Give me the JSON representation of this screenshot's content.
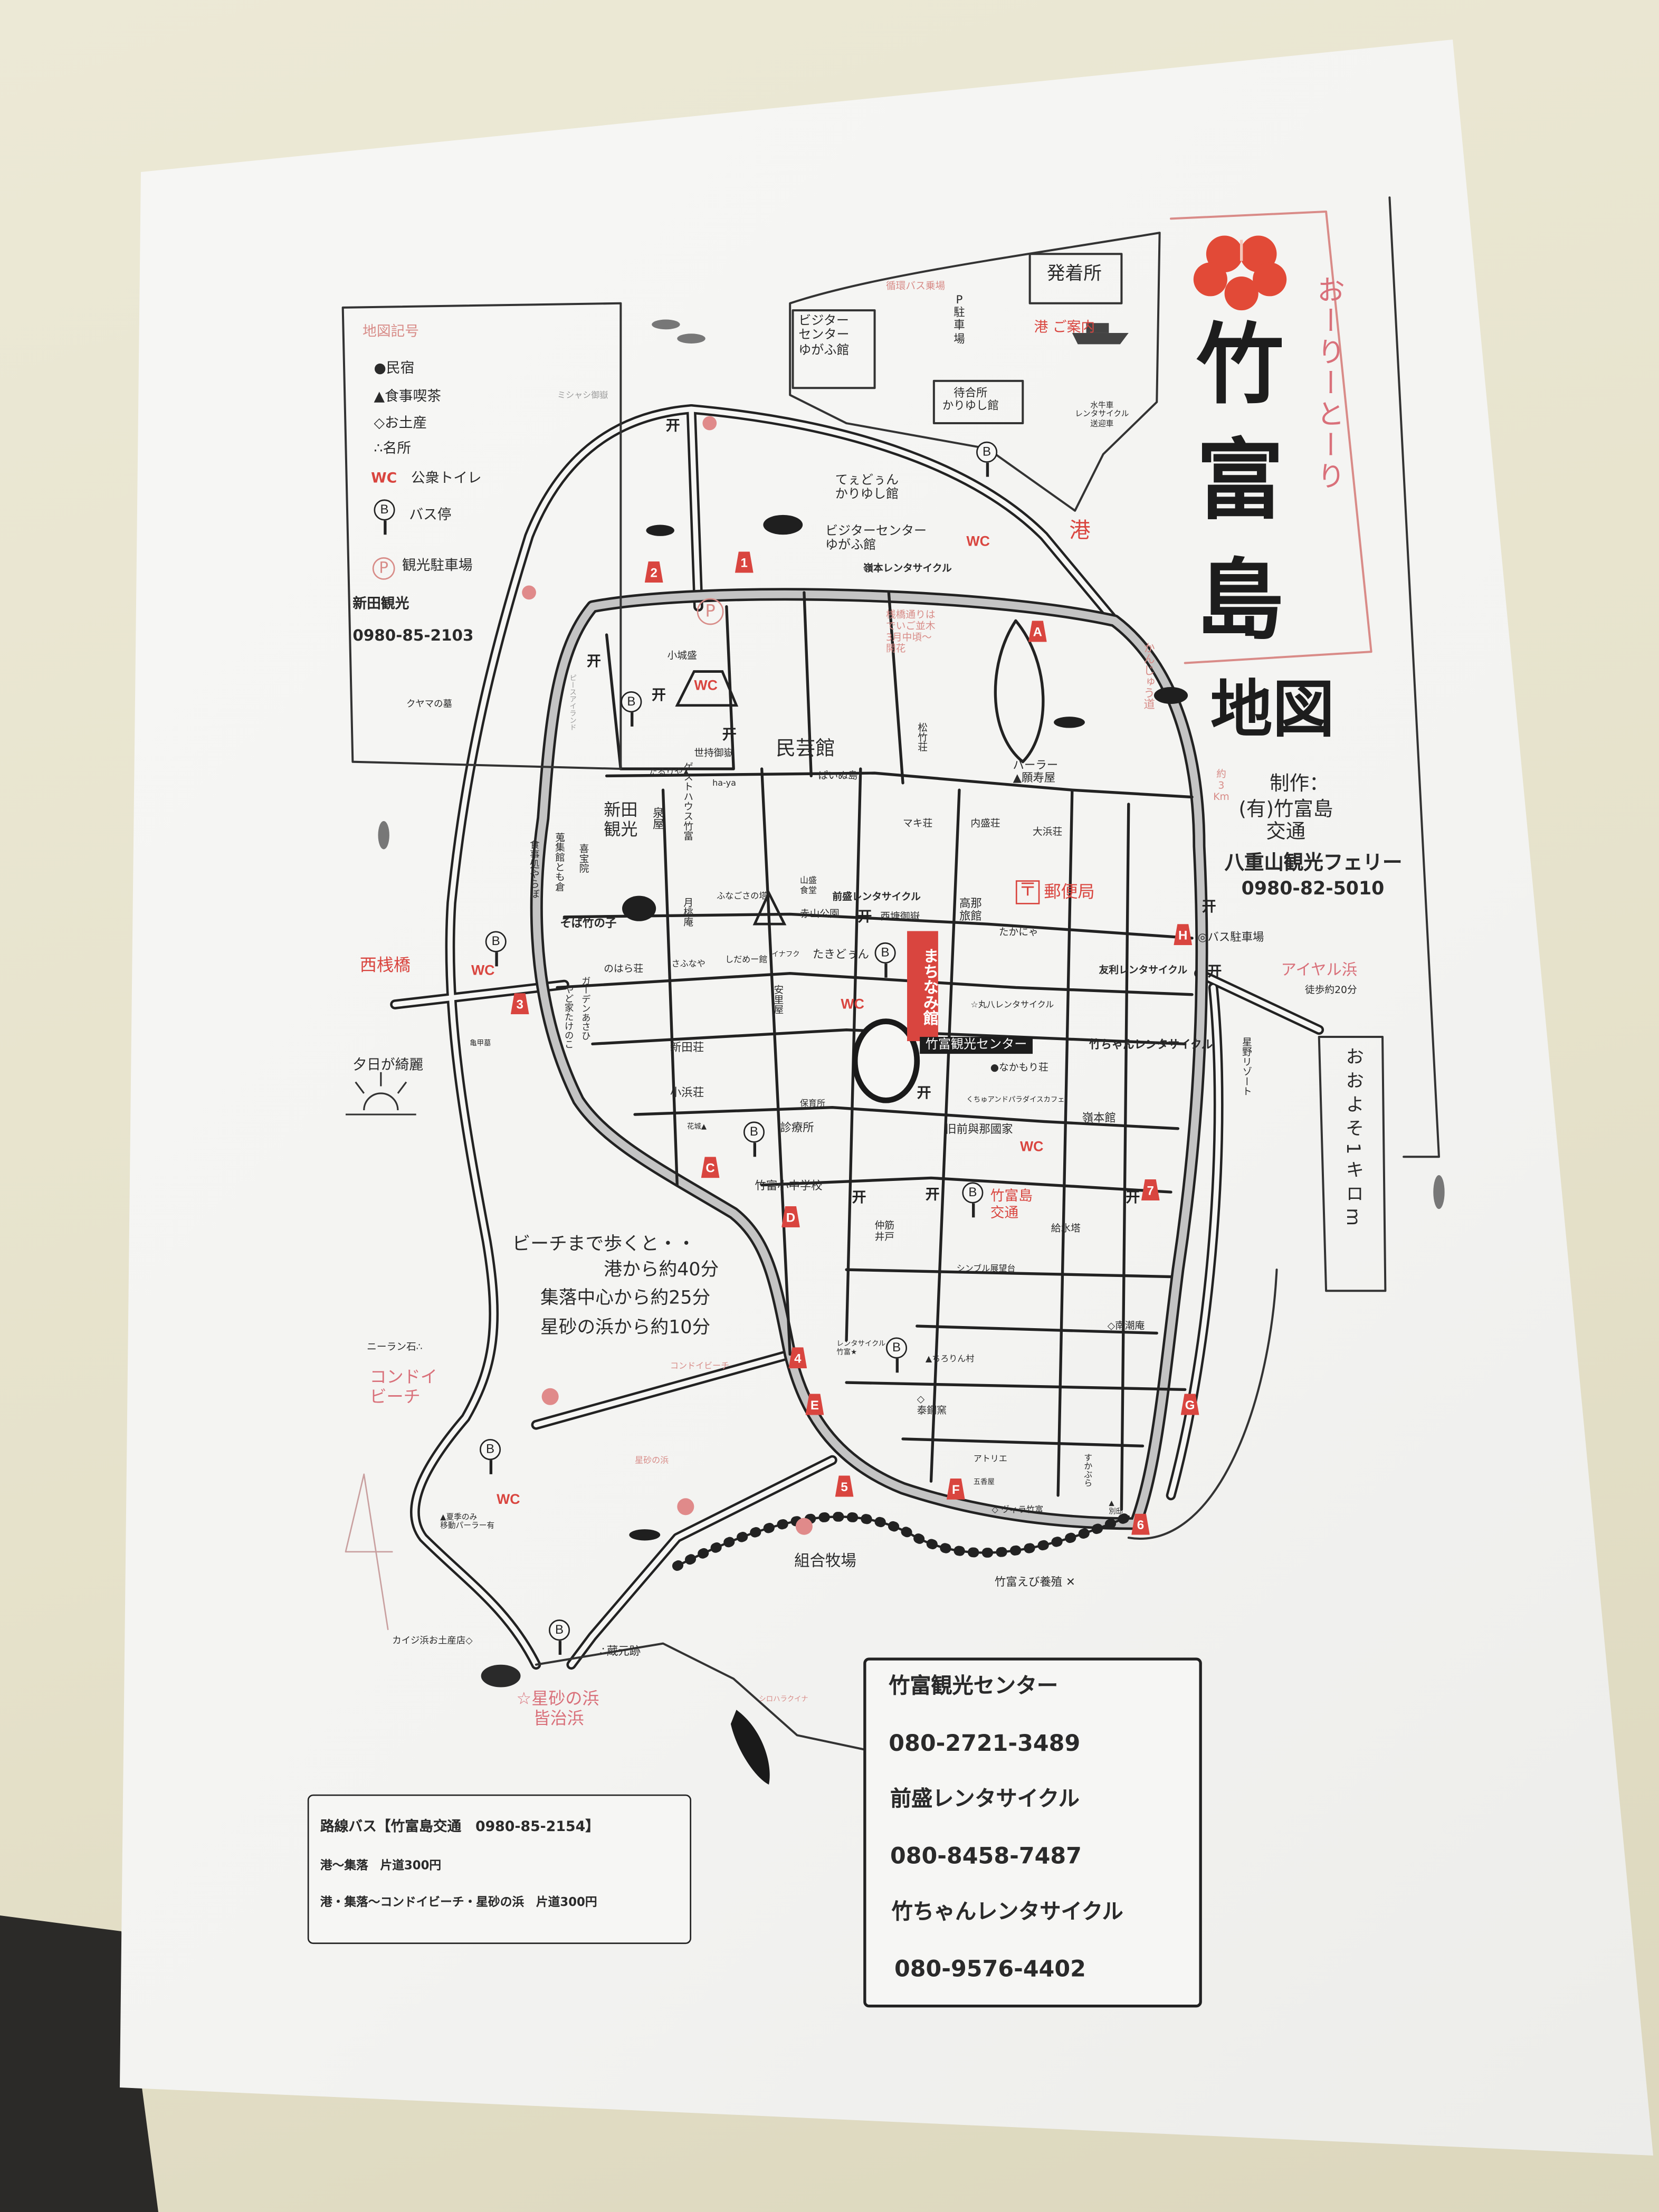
{
  "title": {
    "chars": [
      "竹",
      "富",
      "島"
    ],
    "sub": "地図",
    "catch": "おーりーとーり",
    "produced_by": "制作：",
    "producer": "(有)竹富島\n交通",
    "ferry": "八重山観光フェリー",
    "ferry_phone": "0980-82-5010"
  },
  "legend": {
    "title": "地図記号",
    "items": [
      {
        "symbol": "●",
        "label": "民宿"
      },
      {
        "symbol": "▲",
        "label": "食事喫茶"
      },
      {
        "symbol": "◇",
        "label": "お土産"
      },
      {
        "symbol": "∴",
        "label": "名所"
      },
      {
        "symbol": "WC",
        "label": "公衆トイレ"
      },
      {
        "symbol": "B",
        "label": "バス停"
      },
      {
        "symbol": "P",
        "label": "観光駐車場"
      }
    ],
    "company": "新田観光",
    "phone": "0980-85-2103"
  },
  "symbols": {
    "wc": "WC",
    "bus": "B",
    "parking": "P",
    "torii": "开",
    "post": "〒"
  },
  "harbor": {
    "terminal": "発着所",
    "guide": "港 ご案内",
    "loop_bus": "循環バス乗場",
    "visitor_center": "ビジター\nセンター\nゆがふ館",
    "parking": "P\n駐\n車\n場",
    "waiting": "待合所\nかりゆし館",
    "pickup": "水牛車\nレンタサイクル\n送迎車"
  },
  "places": {
    "mishashi": "ミシャシ御嶽",
    "teedun": "てぇどぅん\nかりゆし館",
    "visitor": "ビジターセンター\nゆがふ館",
    "minemoto_cycle": "嶺本レンタサイクル",
    "port": "港",
    "deigo": "桟橋通りは\nでいご並木\n3月中頃〜\n開花",
    "kusukumui": "小城盛",
    "yumochi": "世持御嶽",
    "mingeikan": "民芸館",
    "painu": "ぱいぬ島",
    "shochiku": "松竹荘",
    "ganjuya": "パーラー\n▲願寿屋",
    "shinden_kanko": "新田\n観光",
    "taruriya": "たるりや▲",
    "guesthouse": "ゲストハウス竹富",
    "izumiya": "泉屋",
    "haya": "ha-ya",
    "yamamori": "山盛\n食堂",
    "maemori_cycle": "前盛レンタサイクル",
    "maki": "マキ荘",
    "uchimori": "内盛荘",
    "ohama": "大浜荘",
    "takana": "高那\n旅館",
    "post_office": "郵便局",
    "akayama": "赤山公園",
    "nishitou": "西塘御嶽",
    "soba": "そば竹の子",
    "gettoan": "月桃庵",
    "funagusuku": "ふなごさの塔",
    "nohara": "のはら荘",
    "safunaya": "さふなや",
    "shidame": "しだめー館",
    "inafuku": "イナフク",
    "takidun": "たきどぅん",
    "machinami": "まちなみ館",
    "kanko_center": "竹富観光センター",
    "takanyawa": "たかにゃ",
    "tomori_cycle": "友利レンタサイクル",
    "maruhachi_cycle": "☆丸八レンタサイクル",
    "takechan_cycle": "竹ちゃんレンタサイクル",
    "nakamori": "●なかもり荘",
    "kuchu": "くちゅアンドパラダイスカフェ",
    "minemotokan": "嶺本館",
    "yonaguni": "旧前與那國家",
    "shinden_so": "新田荘",
    "asatoya": "安里屋",
    "kohama": "小浜荘",
    "hoikusho": "保育所",
    "shinryojo": "診療所",
    "hanashiro": "花城▲",
    "school": "竹富小中学校",
    "kotsu": "竹富島\n交通",
    "water_tower": "給水塔",
    "nakasuji": "仲筋\n井戸",
    "tenbodai": "シンブル展望台",
    "nishi_sanbashi": "西桟橋",
    "garden_asahi": "ガーデンあさひ",
    "yado_takenoko": "やど家たけのこ",
    "kikkobaka": "亀甲墓",
    "sunset": "夕日が綺麗",
    "niiran": "ニーラン石∴",
    "kondoi_big": "コンドイ\nビーチ",
    "kondoi_small": "コンドイビーチ",
    "hoshizuna_small": "星砂の浜",
    "rental_taketomi": "レンタサイクル\n竹富★",
    "chirorin": "▲ちろりん村",
    "gama": "◇\n泰鋼窯",
    "nanchoan": "◇南潮庵",
    "atelier": "アトリエ",
    "gokoya": "五香屋",
    "sukabura": "すかぶら",
    "villa": "◇ ヴィラ竹富",
    "bettei": "▲\n別邸",
    "ranch": "組合牧場",
    "shrimp": "竹富えび養殖 ✕",
    "parlor": "▲夏季のみ\n移動パーラー有",
    "kaiji_shop": "カイジ浜お土産店◇",
    "kuramoto": "∴蔵元跡",
    "hoshizuna_big": "☆星砂の浜\n　皆治浜",
    "kuina": "シロハラクイナ",
    "aiyaru": "アイヤル浜",
    "aiyaru_walk": "徒歩約20分",
    "bus_parking": "◎バス駐車場",
    "approx_1km": "おおよそ1キロm",
    "hoshino": "星野リゾート",
    "kanju": "かんじゅう道",
    "approx_3km": "約\n3\nKm",
    "kuyama": "クヤマの墓",
    "peace_island": "ピースアイランド",
    "yarabo": "食事処やらぼ",
    "tomogura": "蒐集館とも倉",
    "kihoin": "喜宝院"
  },
  "walk": {
    "title": "ビーチまで歩くと・・",
    "lines": [
      "港から約40分",
      "集落中心から約25分",
      "星砂の浜から約10分"
    ]
  },
  "bus_info": {
    "title": "路線バス【竹富島交通　0980-85-2154】",
    "route1": "港〜集落　片道300円",
    "route2": "港・集落〜コンドイビーチ・星砂の浜　片道300円"
  },
  "contacts": [
    {
      "name": "竹富観光センター",
      "phone": "080-2721-3489"
    },
    {
      "name": "前盛レンタサイクル",
      "phone": "080-8458-7487"
    },
    {
      "name": "竹ちゃんレンタサイクル",
      "phone": "080-9576-4402"
    }
  ],
  "markers": [
    "A",
    "1",
    "2",
    "3",
    "C",
    "D",
    "4",
    "E",
    "5",
    "F",
    "6",
    "G",
    "H",
    "7"
  ],
  "colors": {
    "accent_red": "#d9453f",
    "ink": "#222222",
    "paper": "#f7f7f5",
    "bus_green": "#3a8a3a"
  }
}
